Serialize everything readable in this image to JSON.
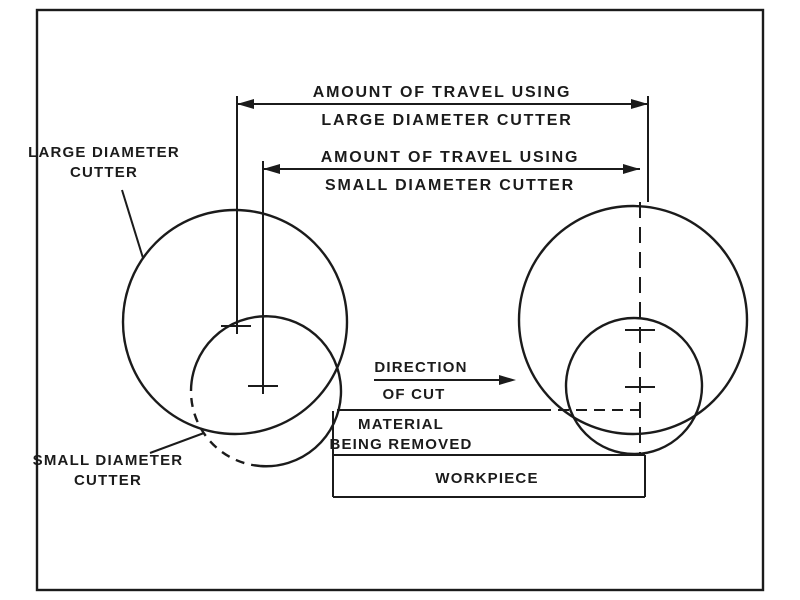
{
  "diagram": {
    "paper_color": "#ffffff",
    "ink_color": "#1b1b1b",
    "dimensions": {
      "large": {
        "line1": "AMOUNT OF TRAVEL USING",
        "line2": "LARGE DIAMETER CUTTER"
      },
      "small": {
        "line1": "AMOUNT OF TRAVEL USING",
        "line2": "SMALL DIAMETER CUTTER"
      }
    },
    "callouts": {
      "large_cutter": {
        "line1": "LARGE DIAMETER",
        "line2": "CUTTER"
      },
      "small_cutter": {
        "line1": "SMALL DIAMETER",
        "line2": "CUTTER"
      }
    },
    "annotations": {
      "direction": {
        "line1": "DIRECTION",
        "line2": "OF CUT"
      },
      "material": {
        "line1": "MATERIAL",
        "line2": "BEING REMOVED"
      },
      "workpiece": "WORKPIECE"
    }
  }
}
